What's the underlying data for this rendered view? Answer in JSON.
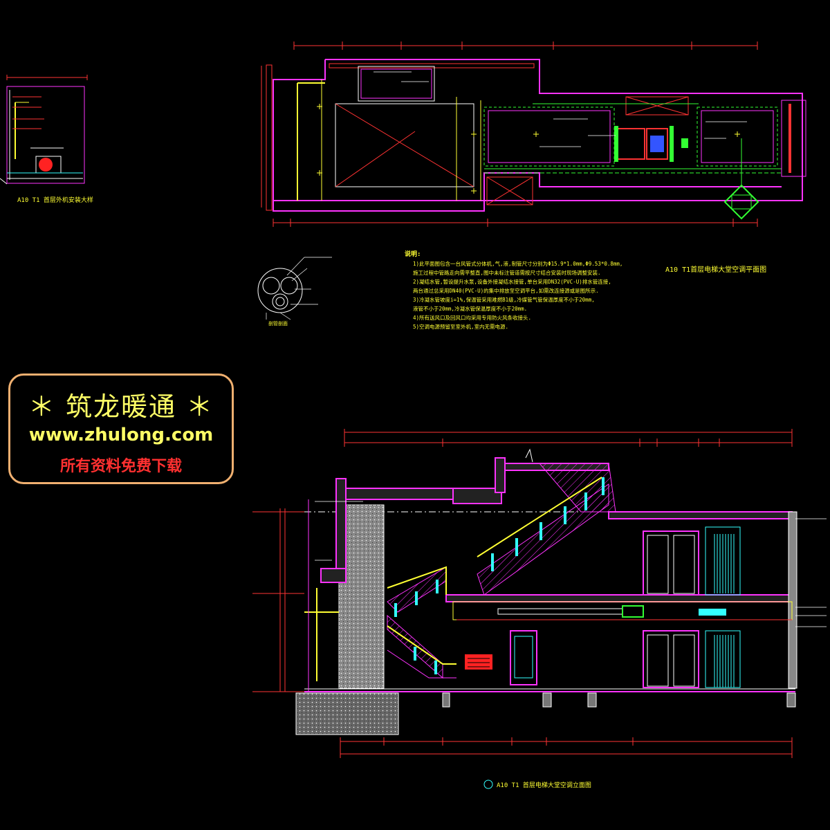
{
  "drawing": {
    "detail_caption": "A10 T1 首层外机安装大样",
    "plan_caption": "A10 T1首层电梯大堂空调平面图",
    "elevation_caption": "A10 T1 首层电梯大堂空调立面图",
    "section_caption": "剖管剖面",
    "notes_title": "说明:",
    "notes": [
      "1)此平面图包含一台风管式分体机,气,液,制管尺寸分别为Φ15.9*1.0mm,Φ9.53*0.8mm,",
      "施工过程中管路走向需平整直,图中未标注管道需按尺寸结合安装时现场调整安装.",
      "2)凝结水管,暂设提升水泵,设备外接凝结水接管,单台采用DN32(PVC-U)排水管连接,",
      "两台通过总采用DN40(PVC-U)的集中排放至空调平台,如需改连接源或是图所示.",
      "3)冷凝水管坡度i=1%,保温管采用难燃B1级,冷媒管气管保温厚度不小于20mm,",
      "液管不小于20mm,冷凝水管保温厚度不小于20mm.",
      "4)所有送风口及回风口均采用专用防火风条收接头.",
      "5)空调电源预留至室外机,室内无需电源."
    ]
  },
  "watermark": {
    "title": "＊ 筑龙暖通 ＊",
    "url": "www.zhulong.com",
    "subtitle": "所有资料免费下载"
  },
  "colors": {
    "wall": "#ff33ff",
    "frame": "#ff2a2a",
    "yellow": "#ffff33",
    "green": "#33ff33",
    "cyan": "#33ffff",
    "white": "#ffffff",
    "blue": "#3355ff",
    "gray": "#bbbbbb"
  }
}
